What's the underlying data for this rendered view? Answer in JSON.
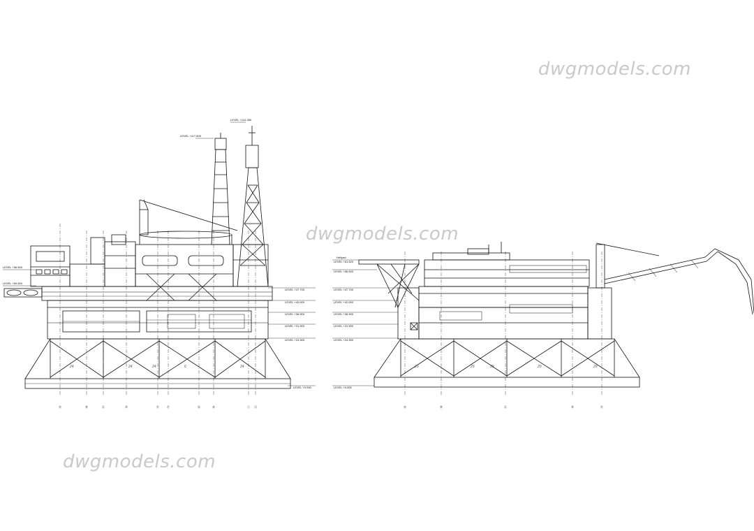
{
  "watermarks": [
    "dwgmodels.com",
    "dwgmodels.com",
    "dwgmodels.com"
  ],
  "left_elevation": {
    "tower_labels": [
      "LEVEL +117.800",
      "LEVEL +141.350"
    ],
    "levels": [
      "LEVEL +56.500",
      "LEVEL +60.500",
      "LEVEL +47.700",
      "LEVEL +42.000",
      "LEVEL +36.900",
      "LEVEL +31.900",
      "LEVEL +24.300",
      "LEVEL +0.000"
    ],
    "bay_labels": [
      "24",
      "24",
      "24",
      "6",
      "24"
    ],
    "axis_labels": [
      "Ⓐ",
      "Ⓑ",
      "Ⓒ",
      "Ⓓ",
      "Ⓔ",
      "Ⓕ",
      "Ⓖ",
      "Ⓗ",
      "Ⓘ",
      "Ⓙ"
    ]
  },
  "right_elevation": {
    "helipad_label": "Helipad",
    "levels": [
      "LEVEL +61.520",
      "LEVEL +56.500",
      "LEVEL +47.700",
      "LEVEL +42.000",
      "LEVEL +36.900",
      "LEVEL +31.900",
      "LEVEL +24.300",
      "LEVEL +0.000"
    ],
    "bay_labels": [
      "29",
      "29",
      "29",
      "29",
      "29"
    ],
    "axis_labels": [
      "Ⓐ",
      "Ⓑ",
      "Ⓒ",
      "Ⓓ",
      "Ⓔ"
    ]
  },
  "colors": {
    "line": "#111111",
    "watermark": "#c9c9c9",
    "background": "#ffffff"
  }
}
